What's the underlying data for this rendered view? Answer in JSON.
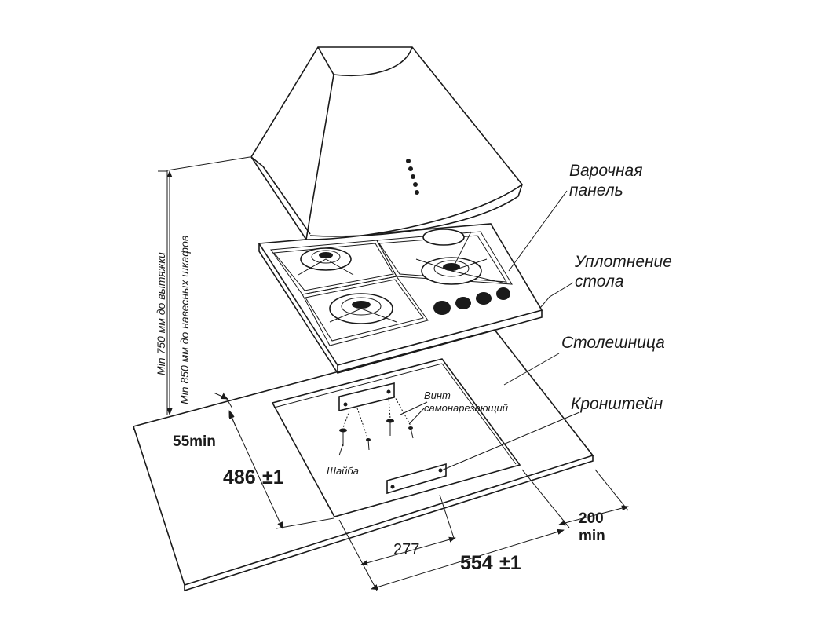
{
  "labels": {
    "hob": [
      "Варочная",
      "панель"
    ],
    "seal": [
      "Уплотнение",
      "стола"
    ],
    "countertop": "Столешница",
    "bracket": "Кронштейн",
    "screw": [
      "Винт",
      "самонарезающий"
    ],
    "washer": "Шайба",
    "height_hood": "Min 750 мм до вытяжки",
    "height_cabinets": "Min 850 мм до навесных шкафов"
  },
  "dimensions": {
    "front_gap": "55min",
    "depth": "486",
    "depth_tol": "±1",
    "half_width": "277",
    "width": "554",
    "width_tol": "±1",
    "side_gap": [
      "200",
      "min"
    ]
  }
}
